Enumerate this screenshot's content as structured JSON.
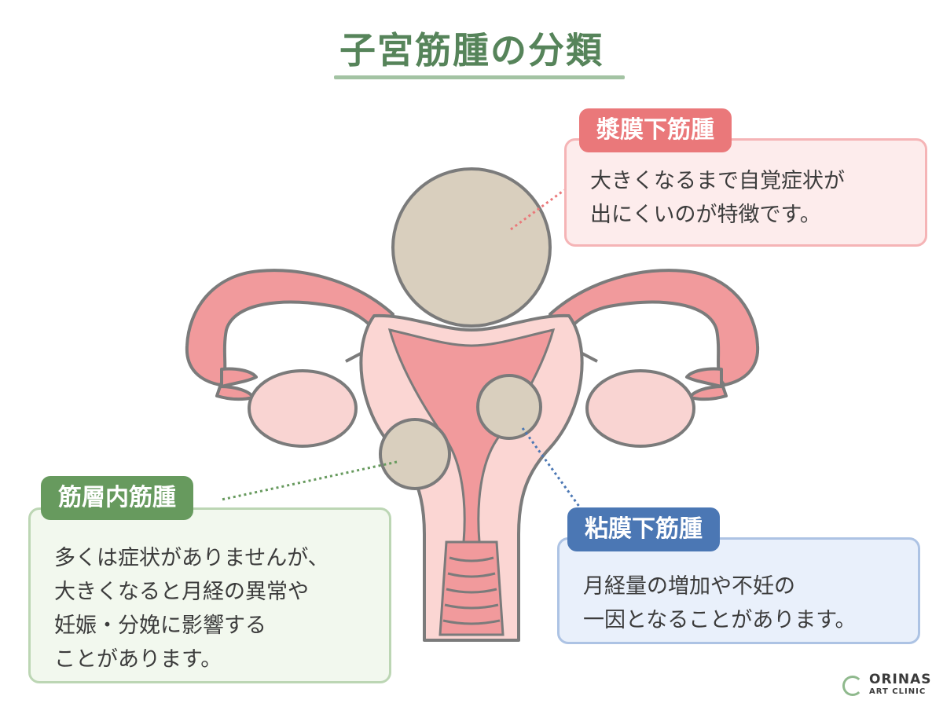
{
  "title": "子宮筋腫の分類",
  "subserosal": {
    "label": "漿膜下筋腫",
    "text": "大きくなるまで自覚症状が\n出にくいのが特徴です。",
    "color": "#ea787a"
  },
  "intramural": {
    "label": "筋層内筋腫",
    "text": "多くは症状がありませんが、\n大きくなると月経の異常や\n妊娠・分娩に影響する\nことがあります。",
    "color": "#679a5e"
  },
  "submucosal": {
    "label": "粘膜下筋腫",
    "text": "月経量の増加や不妊の\n一因となることがあります。",
    "color": "#4b77b4"
  },
  "logo": {
    "line1": "ORINAS",
    "line2": "ART CLINIC"
  }
}
